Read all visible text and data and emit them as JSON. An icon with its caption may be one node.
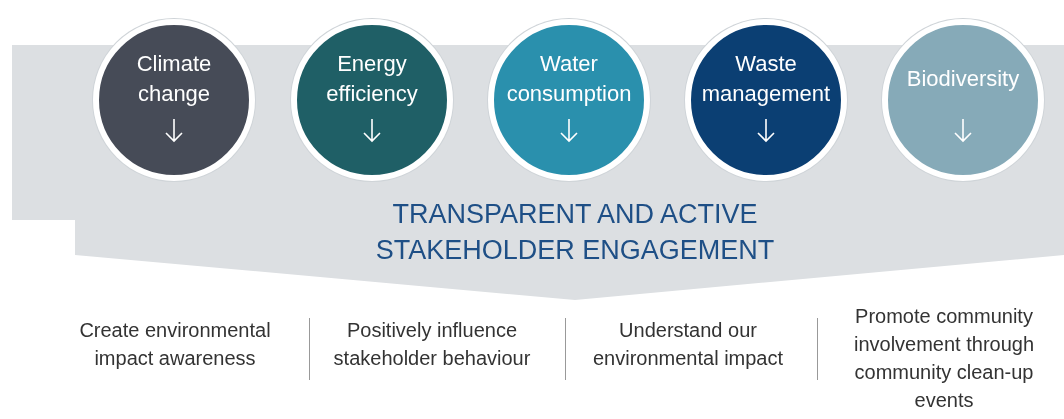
{
  "diagram": {
    "nodes": [
      {
        "text": [
          "Climate change"
        ]
      },
      {
        "text": [
          "Energy efficiency"
        ]
      },
      {
        "text": [
          "Water consumption"
        ]
      },
      {
        "text": [
          "Waste management"
        ]
      },
      {
        "text": [
          "Biodiversity"
        ]
      },
      {
        "text": [
          "TRANSPARENT AND ACTIVE STAKEHOLDER ENGAGEMENT"
        ]
      }
    ],
    "labels": [
      "Create environmental impact awareness",
      "Positively influence stakeholder behaviour",
      "Understand our environmental impact",
      "Promote community involvement through community clean-up events"
    ]
  }
}
